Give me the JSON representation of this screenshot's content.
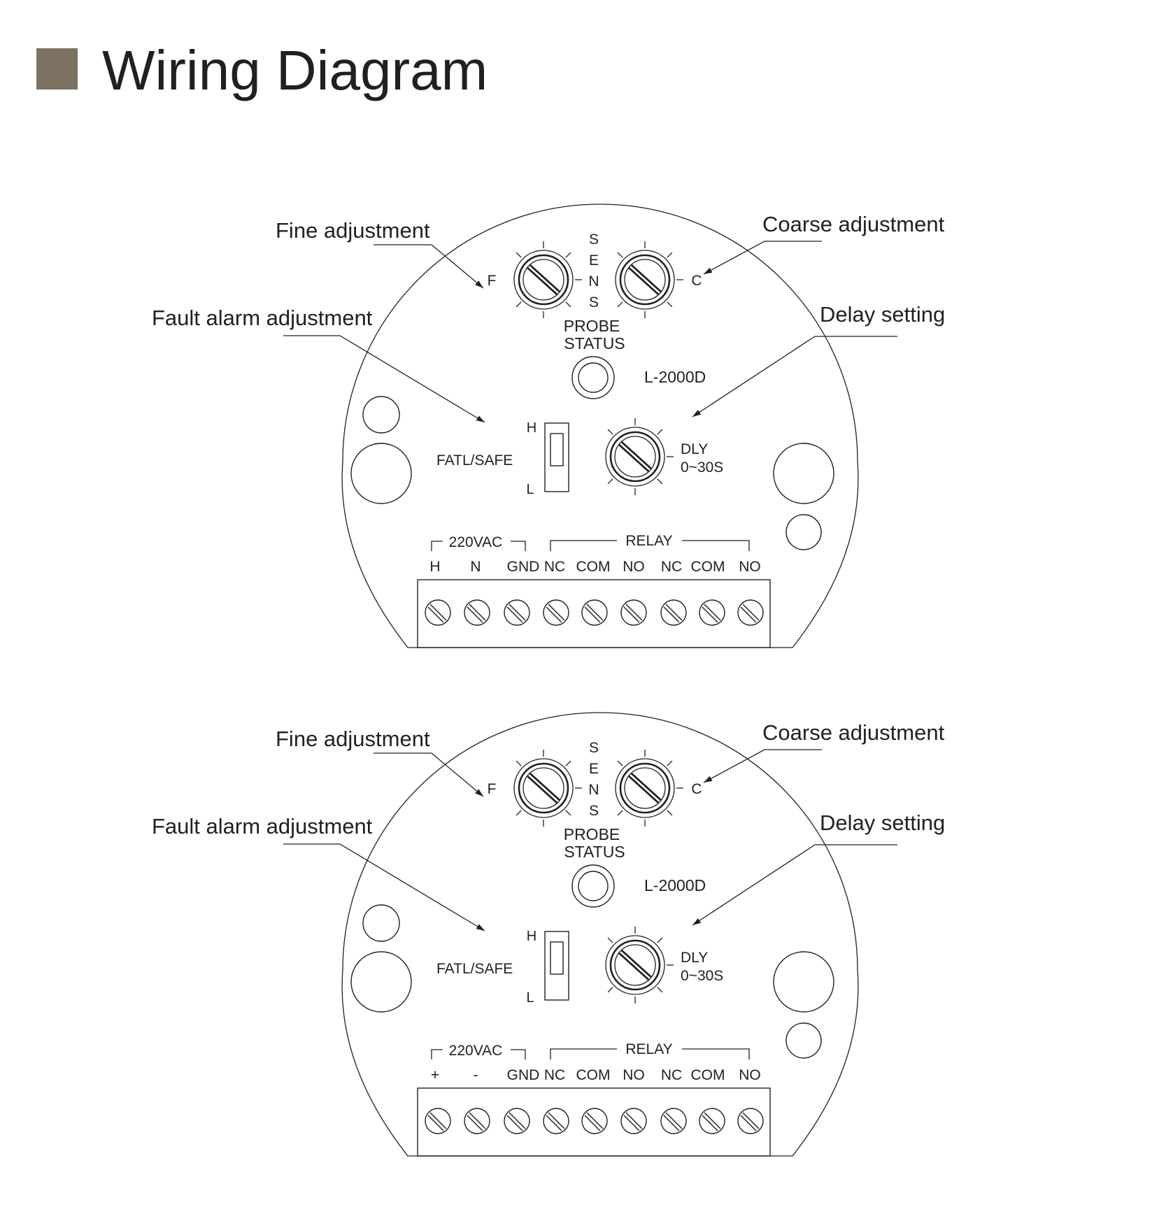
{
  "header": {
    "title": "Wiring Diagram",
    "square_color": "#7d7262"
  },
  "panels": [
    {
      "callouts": {
        "fine": "Fine adjustment",
        "coarse": "Coarse adjustment",
        "fault": "Fault alarm adjustment",
        "delay": "Delay setting"
      },
      "sens_letters": [
        "S",
        "E",
        "N",
        "S"
      ],
      "f_label": "F",
      "c_label": "C",
      "probe_status": [
        "PROBE",
        "STATUS"
      ],
      "model": "L-2000D",
      "switch": {
        "label": "FATL/SAFE",
        "high": "H",
        "low": "L"
      },
      "dly": [
        "DLY",
        "0~30S"
      ],
      "group_power": "220VAC",
      "group_relay": "RELAY",
      "terminals": [
        "H",
        "N",
        "GND",
        "NC",
        "COM",
        "NO",
        "NC",
        "COM",
        "NO"
      ]
    },
    {
      "callouts": {
        "fine": "Fine adjustment",
        "coarse": "Coarse adjustment",
        "fault": "Fault alarm adjustment",
        "delay": "Delay setting"
      },
      "sens_letters": [
        "S",
        "E",
        "N",
        "S"
      ],
      "f_label": "F",
      "c_label": "C",
      "probe_status": [
        "PROBE",
        "STATUS"
      ],
      "model": "L-2000D",
      "switch": {
        "label": "FATL/SAFE",
        "high": "H",
        "low": "L"
      },
      "dly": [
        "DLY",
        "0~30S"
      ],
      "group_power": "220VAC",
      "group_relay": "RELAY",
      "terminals": [
        "+",
        "-",
        "GND",
        "NC",
        "COM",
        "NO",
        "NC",
        "COM",
        "NO"
      ]
    }
  ]
}
